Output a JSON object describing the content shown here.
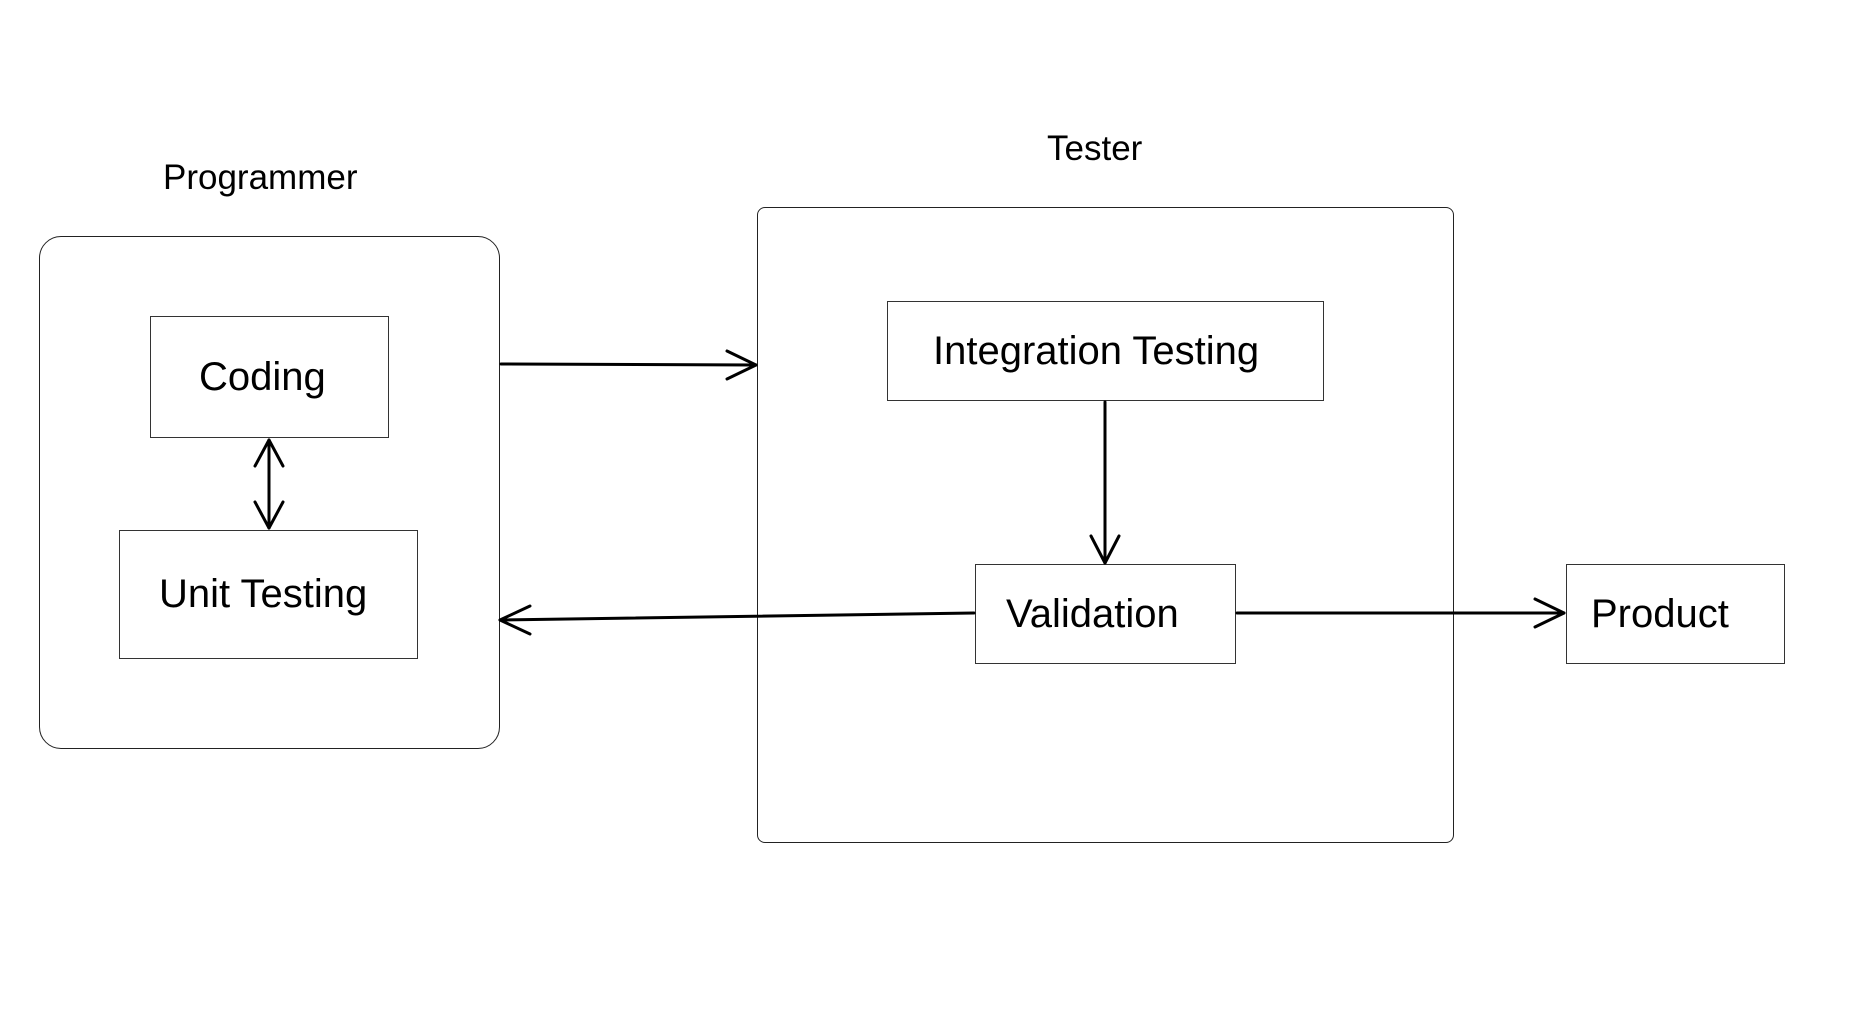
{
  "groups": {
    "programmer": {
      "label": "Programmer"
    },
    "tester": {
      "label": "Tester"
    }
  },
  "nodes": {
    "coding": "Coding",
    "unit_testing": "Unit Testing",
    "integration_testing": "Integration Testing",
    "validation": "Validation",
    "product": "Product"
  },
  "edges": [
    {
      "from": "Coding",
      "to": "Unit Testing",
      "direction": "both"
    },
    {
      "from": "Programmer",
      "to": "Tester",
      "direction": "forward"
    },
    {
      "from": "Integration Testing",
      "to": "Validation",
      "direction": "forward"
    },
    {
      "from": "Validation",
      "to": "Programmer",
      "direction": "forward"
    },
    {
      "from": "Validation",
      "to": "Product",
      "direction": "forward"
    }
  ]
}
